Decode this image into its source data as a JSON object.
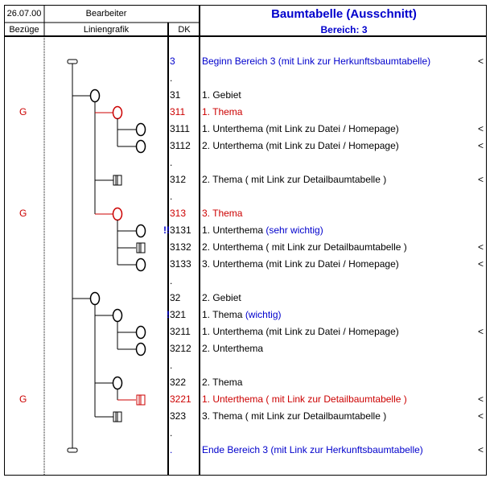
{
  "header": {
    "date": "26.07.00",
    "editor_label": "Bearbeiter",
    "refs_label": "Bezüge",
    "graphic_label": "Liniengrafik",
    "dk_label": "DK",
    "title": "Baumtabelle (Ausschnitt)",
    "subtitle": "Bereich: 3"
  },
  "rows": [
    {
      "g": "",
      "mark": "",
      "dk": "3",
      "text": "Beginn Bereich 3 (mit Link zur Herkunftsbaumtabelle)",
      "lt": "<",
      "color": "blue"
    },
    {
      "g": "",
      "mark": "",
      "dk": ".",
      "text": "",
      "lt": "",
      "color": "black"
    },
    {
      "g": "",
      "mark": "",
      "dk": "31",
      "text": "1. Gebiet",
      "lt": "",
      "color": "black"
    },
    {
      "g": "G",
      "mark": "",
      "dk": "311",
      "text": "1. Thema",
      "lt": "",
      "color": "red"
    },
    {
      "g": "",
      "mark": "",
      "dk": "3111",
      "text": "1. Unterthema (mit Link zu Datei / Homepage)",
      "lt": "<",
      "color": "black"
    },
    {
      "g": "",
      "mark": "",
      "dk": "3112",
      "text": "2. Unterthema (mit Link zu Datei / Homepage)",
      "lt": "<",
      "color": "black"
    },
    {
      "g": "",
      "mark": "",
      "dk": ".",
      "text": "",
      "lt": "",
      "color": "black"
    },
    {
      "g": "",
      "mark": "",
      "dk": "312",
      "text": "2. Thema ( mit Link zur Detailbaumtabelle )",
      "lt": "<",
      "color": "black"
    },
    {
      "g": "",
      "mark": "",
      "dk": ".",
      "text": "",
      "lt": "",
      "color": "black"
    },
    {
      "g": "G",
      "mark": "",
      "dk": "313",
      "text": "3. Thema",
      "lt": "",
      "color": "red"
    },
    {
      "g": "",
      "mark": "!!",
      "dk": "3131",
      "text": "1. Unterthema ",
      "text2": "(sehr wichtig)",
      "lt": "",
      "color": "black"
    },
    {
      "g": "",
      "mark": "",
      "dk": "3132",
      "text": "2. Unterthema ( mit Link zur Detailbaumtabelle )",
      "lt": "<",
      "color": "black"
    },
    {
      "g": "",
      "mark": "",
      "dk": "3133",
      "text": "3. Unterthema (mit Link zu  Datei / Homepage)",
      "lt": "<",
      "color": "black"
    },
    {
      "g": "",
      "mark": "",
      "dk": ".",
      "text": "",
      "lt": "",
      "color": "black"
    },
    {
      "g": "",
      "mark": "",
      "dk": "32",
      "text": "2. Gebiet",
      "lt": "",
      "color": "black"
    },
    {
      "g": "",
      "mark": "!",
      "dk": "321",
      "text": "1. Thema  ",
      "text2": "(wichtig)",
      "lt": "",
      "color": "black"
    },
    {
      "g": "",
      "mark": "",
      "dk": "3211",
      "text": "1. Unterthema (mit  Link zu  Datei / Homepage)",
      "lt": "<",
      "color": "black"
    },
    {
      "g": "",
      "mark": "",
      "dk": "3212",
      "text": "2. Unterthema",
      "lt": "",
      "color": "black"
    },
    {
      "g": "",
      "mark": "",
      "dk": ".",
      "text": "",
      "lt": "",
      "color": "black"
    },
    {
      "g": "",
      "mark": "",
      "dk": "322",
      "text": "2. Thema",
      "lt": "",
      "color": "black"
    },
    {
      "g": "G",
      "mark": "",
      "dk": "3221",
      "text": "1. Unterthema  ( mit Link zur Detailbaumtabelle )",
      "lt": "<",
      "color": "red"
    },
    {
      "g": "",
      "mark": "",
      "dk": "323",
      "text": "3. Thema  ( mit Link zur Detailbaumtabelle )",
      "lt": "<",
      "color": "black"
    },
    {
      "g": "",
      "mark": "",
      "dk": ".",
      "text": "",
      "lt": "",
      "color": "black"
    },
    {
      "g": "",
      "mark": "",
      "dk": ".",
      "text": "Ende  Bereich 3  (mit Link zur Herkunftsbaumtabelle)",
      "lt": "<",
      "color": "blue"
    }
  ],
  "colors": {
    "accent_blue": "#0000cc",
    "accent_red": "#cc0000"
  }
}
